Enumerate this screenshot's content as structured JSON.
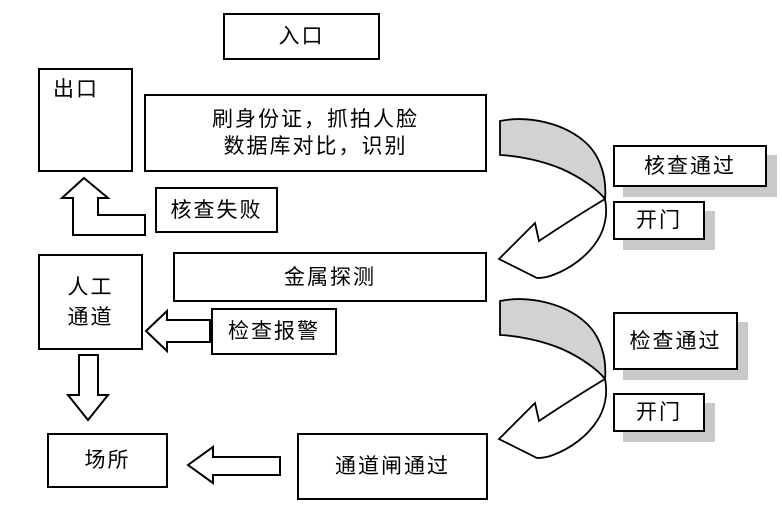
{
  "diagram": {
    "description": "entrance security screening flowchart",
    "nodes": {
      "entrance": {
        "label": "入口"
      },
      "exit": {
        "label": "出口"
      },
      "scan": {
        "line1": "刷身份证，抓拍人脸",
        "line2": "数据库对比，识别"
      },
      "verify_pass": {
        "label": "核查通过"
      },
      "door_after_verify": {
        "label": "开门"
      },
      "verify_fail": {
        "label": "核查失败"
      },
      "metal_detect": {
        "label": "金属探测"
      },
      "manual_channel": {
        "line1": "人工",
        "line2": "通道"
      },
      "check_alarm": {
        "label": "检查报警"
      },
      "check_pass": {
        "label": "检查通过"
      },
      "door_after_check": {
        "label": "开门"
      },
      "gate_pass": {
        "label": "通道闸通过"
      },
      "venue": {
        "label": "场所"
      }
    },
    "colors": {
      "border": "#000000",
      "box_fill": "#ffffff",
      "box_shadow": "#c9c9c9",
      "curved_arrow_band": "#d2d2d2",
      "background": "#ffffff"
    }
  }
}
